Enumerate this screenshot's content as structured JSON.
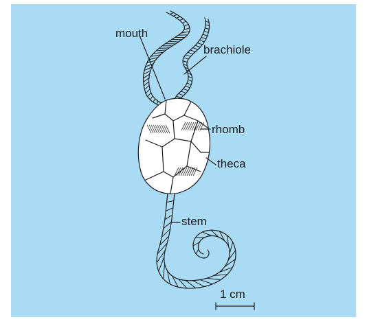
{
  "labels": {
    "mouth": "mouth",
    "brachiole": "brachiole",
    "rhomb": "rhomb",
    "theca": "theca",
    "stem": "stem"
  },
  "scale_bar": {
    "label": "1 cm"
  },
  "colors": {
    "background": "#a9dcf4",
    "ink": "#1a1a1a",
    "fill": "#ffffff"
  }
}
